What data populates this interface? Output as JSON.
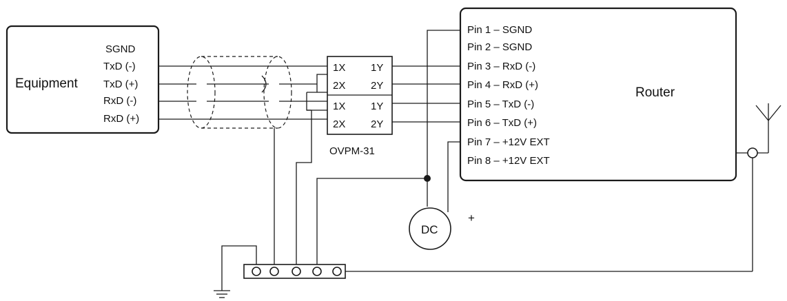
{
  "equipment": {
    "title": "Equipment",
    "pins": [
      "SGND",
      "TxD (-)",
      "TxD (+)",
      "RxD (-)",
      "RxD (+)"
    ]
  },
  "converter": {
    "label": "OVPM-31",
    "rows": [
      {
        "left": "1X",
        "right": "1Y"
      },
      {
        "left": "2X",
        "right": "2Y"
      },
      {
        "left": "1X",
        "right": "1Y"
      },
      {
        "left": "2X",
        "right": "2Y"
      }
    ]
  },
  "router": {
    "title": "Router",
    "pins": [
      "Pin 1 – SGND",
      "Pin 2 – SGND",
      "Pin 3 – RxD (-)",
      "Pin 4 – RxD (+)",
      "Pin 5 – TxD (-)",
      "Pin 6 – TxD (+)",
      "Pin 7 – +12V EXT",
      "Pin 8 – +12V EXT"
    ]
  },
  "power": {
    "label": "DC",
    "polarity": "+"
  }
}
